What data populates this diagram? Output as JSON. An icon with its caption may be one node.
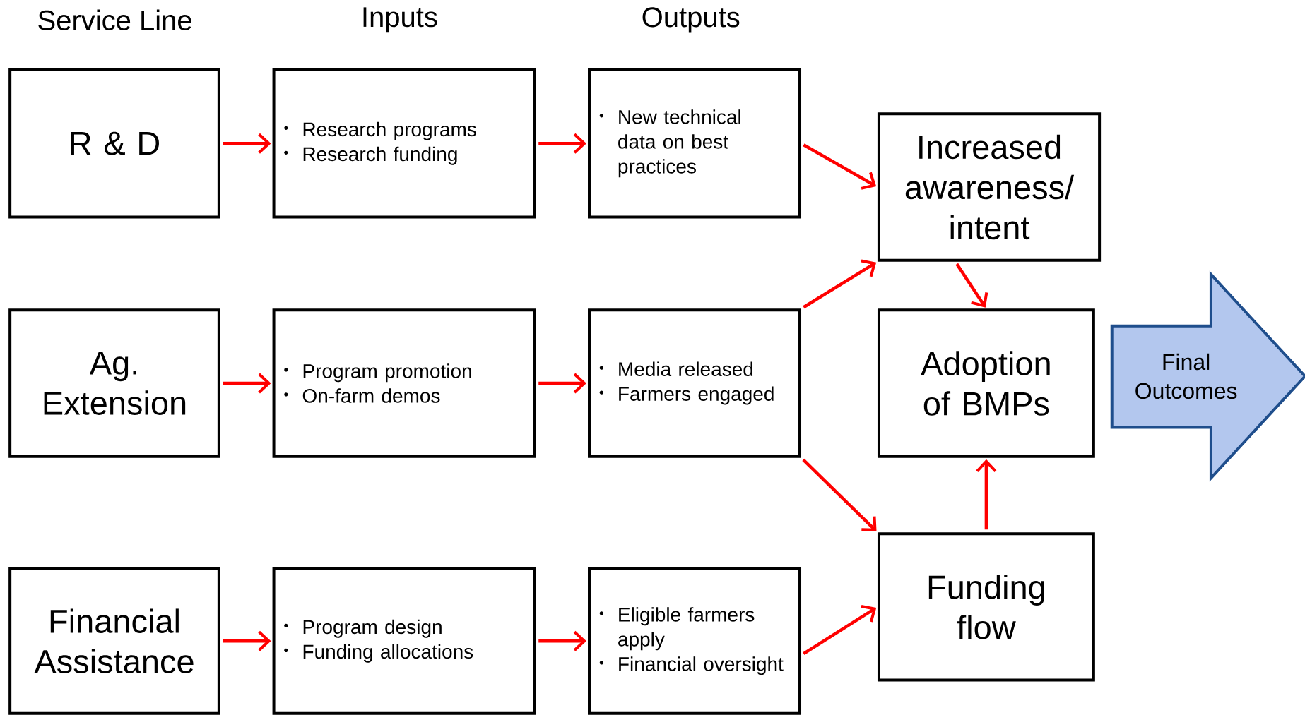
{
  "diagram": {
    "nodes": [
      {
        "text": [
          "R & D"
        ]
      },
      {
        "text": [
          "Research programs",
          "Research funding"
        ]
      },
      {
        "text": [
          "New technical data on best practices"
        ]
      },
      {
        "text": [
          "Increased awareness/ intent"
        ]
      },
      {
        "text": [
          "Ag. Extension"
        ]
      },
      {
        "text": [
          "Program promotion",
          "On-farm demos"
        ]
      },
      {
        "text": [
          "Media released",
          "Farmers engaged"
        ]
      },
      {
        "text": [
          "Adoption of BMPs"
        ]
      },
      {
        "text": [
          "Final Outcomes"
        ]
      },
      {
        "text": [
          "Funding flow"
        ]
      },
      {
        "text": [
          "Financial Assistance"
        ]
      },
      {
        "text": [
          "Program design",
          "Funding allocations"
        ]
      },
      {
        "text": [
          "Eligible farmers apply",
          "Financial oversight"
        ]
      }
    ],
    "edges": [
      {
        "from": 0,
        "to": 1,
        "arrow": "to"
      },
      {
        "from": 1,
        "to": 2,
        "arrow": "to"
      },
      {
        "from": 2,
        "to": 3,
        "arrow": "to"
      },
      {
        "from": 4,
        "to": 5,
        "arrow": "to"
      },
      {
        "from": 5,
        "to": 6,
        "arrow": "to"
      },
      {
        "from": 6,
        "to": 3,
        "arrow": "to"
      },
      {
        "from": 6,
        "to": 9,
        "arrow": "to"
      },
      {
        "from": 3,
        "to": 7,
        "arrow": "to"
      },
      {
        "from": 9,
        "to": 7,
        "arrow": "to"
      },
      {
        "from": 10,
        "to": 11,
        "arrow": "to"
      },
      {
        "from": 11,
        "to": 12,
        "arrow": "to"
      },
      {
        "from": 12,
        "to": 9,
        "arrow": "to"
      }
    ],
    "labels": [
      "Service Line",
      "Inputs",
      "Outputs"
    ]
  }
}
